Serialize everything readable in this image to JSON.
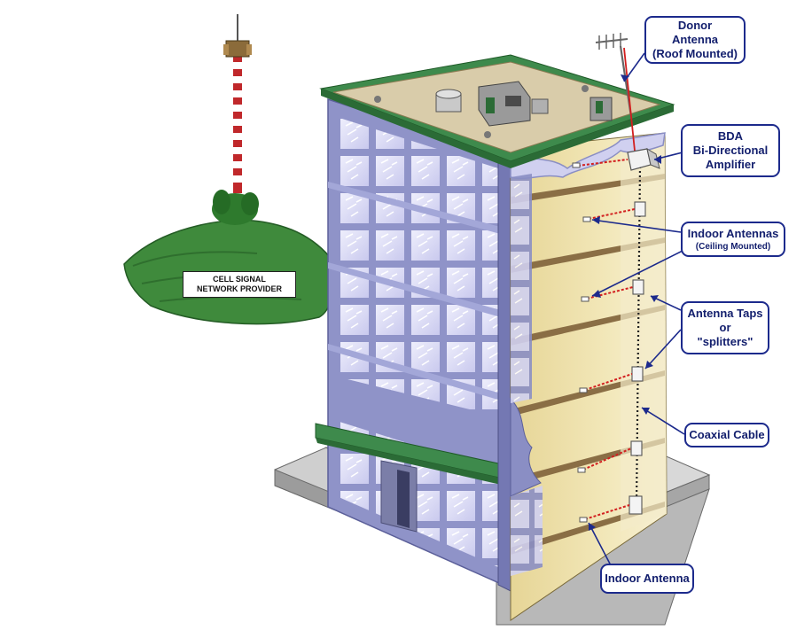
{
  "labels": {
    "donor_antenna": {
      "line1": "Donor",
      "line2": "Antenna",
      "line3": "(Roof Mounted)"
    },
    "bda": {
      "line1": "BDA",
      "line2": "Bi-Directional",
      "line3": "Amplifier"
    },
    "indoor_antennas": {
      "line1": "Indoor Antennas",
      "line2": "(Ceiling Mounted)"
    },
    "antenna_taps": {
      "line1": "Antenna Taps",
      "line2": "or",
      "line3": "\"splitters\""
    },
    "coaxial_cable": "Coaxial Cable",
    "indoor_antenna": "Indoor Antenna",
    "provider": {
      "line1": "CELL SIGNAL",
      "line2": "NETWORK PROVIDER"
    }
  },
  "colors": {
    "callout_border": "#1c2a8c",
    "leader_line": "#1c2a8c",
    "building_frame": "#8f93c8",
    "window": "#d6d6f2",
    "interior_floor": "#efe1a8",
    "roof": "#d9ccaa",
    "roof_trim": "#3e8a4c",
    "hill": "#3f8a3c",
    "tower_red": "#c0282b",
    "signal_line": "#d21f1f",
    "coax_cable": "#222222"
  }
}
